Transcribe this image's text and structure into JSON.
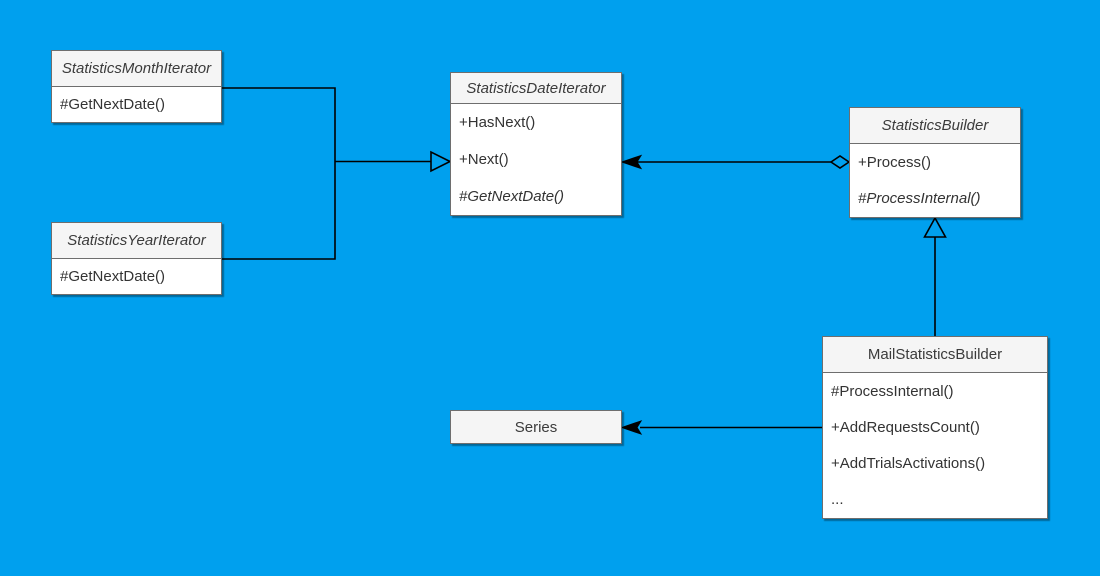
{
  "colors": {
    "background": "#00A0EE",
    "box-header": "#F5F5F5",
    "box-body": "#FFFFFF",
    "border": "#6E6E6E",
    "title-text": "#3B3B3B",
    "method-text": "#333333",
    "connector": "#000000"
  },
  "classes": [
    {
      "title": "StatisticsMonthIterator",
      "abstract": true,
      "methods": [
        "#GetNextDate()"
      ]
    },
    {
      "title": "StatisticsYearIterator",
      "abstract": true,
      "methods": [
        "#GetNextDate()"
      ]
    },
    {
      "title": "StatisticsDateIterator",
      "abstract": true,
      "methods": [
        "+HasNext()",
        "+Next()",
        "#GetNextDate()"
      ]
    },
    {
      "title": "StatisticsBuilder",
      "abstract": true,
      "methods": [
        "+Process()",
        "#ProcessInternal()"
      ]
    },
    {
      "title": "MailStatisticsBuilder",
      "abstract": false,
      "methods": [
        "#ProcessInternal()",
        "+AddRequestsCount()",
        "+AddTrialsActivations()",
        "..."
      ]
    },
    {
      "title": "Series",
      "abstract": false,
      "methods": []
    }
  ],
  "relationships": [
    {
      "from": "StatisticsMonthIterator",
      "to": "StatisticsDateIterator",
      "type": "generalization"
    },
    {
      "from": "StatisticsYearIterator",
      "to": "StatisticsDateIterator",
      "type": "generalization"
    },
    {
      "from": "StatisticsBuilder",
      "to": "StatisticsDateIterator",
      "type": "aggregation"
    },
    {
      "from": "MailStatisticsBuilder",
      "to": "StatisticsBuilder",
      "type": "generalization"
    },
    {
      "from": "MailStatisticsBuilder",
      "to": "Series",
      "type": "association"
    }
  ]
}
